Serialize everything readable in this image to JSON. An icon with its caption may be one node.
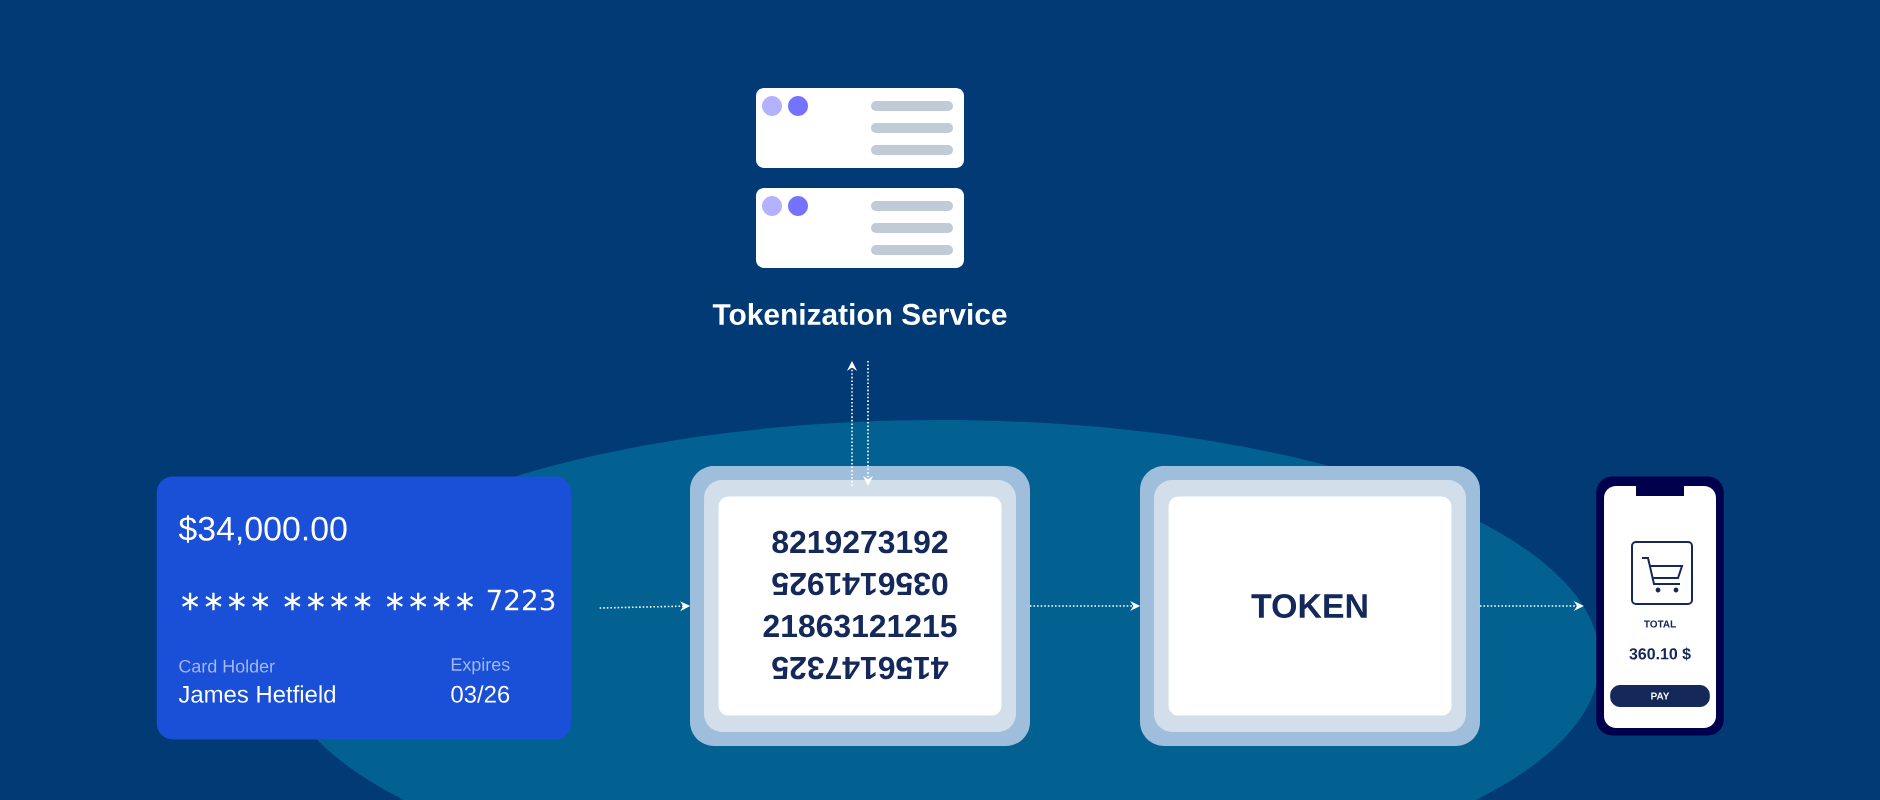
{
  "diagram": {
    "nodes": [
      {
        "text": [
          "$34,000.00",
          "∗∗∗∗ ∗∗∗∗ ∗∗∗∗ 7223",
          "Card Holder",
          "James Hetfield",
          "Expires",
          "03/26"
        ]
      },
      {
        "text": [
          "Tokenization Service"
        ]
      },
      {
        "text": [
          "8219273192",
          "0356141925",
          "21863121215",
          "4156147325"
        ]
      },
      {
        "text": [
          "TOKEN"
        ]
      },
      {
        "text": [
          "TOTAL",
          "360.10 $",
          "PAY"
        ]
      }
    ],
    "edges": [
      {
        "from": 0,
        "to": 2,
        "arrow": "to"
      },
      {
        "from": 2,
        "to": 1,
        "arrow": "to"
      },
      {
        "from": 1,
        "to": 2,
        "arrow": "to"
      },
      {
        "from": 2,
        "to": 3,
        "arrow": "to"
      },
      {
        "from": 3,
        "to": 4,
        "arrow": "to"
      }
    ]
  }
}
